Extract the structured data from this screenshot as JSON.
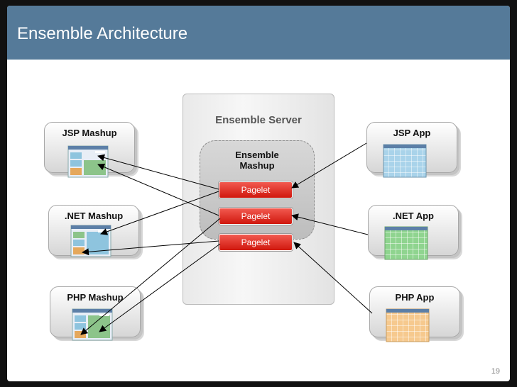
{
  "slide": {
    "title": "Ensemble Architecture",
    "page_number": "19"
  },
  "diagram": {
    "server": {
      "label": "Ensemble Server",
      "mashup_label_line1": "Ensemble",
      "mashup_label_line2": "Mashup",
      "pagelets": [
        "Pagelet",
        "Pagelet",
        "Pagelet"
      ]
    },
    "left_boxes": [
      "JSP Mashup",
      ".NET Mashup",
      "PHP Mashup"
    ],
    "right_boxes": [
      "JSP App",
      ".NET App",
      "PHP App"
    ],
    "colors": {
      "title_bar": "#557a99",
      "pagelet": "#e0271c",
      "jsp_app_grid": "#a9d3ea",
      "net_app_grid": "#8fd48f",
      "php_app_grid": "#f6c98e"
    }
  }
}
